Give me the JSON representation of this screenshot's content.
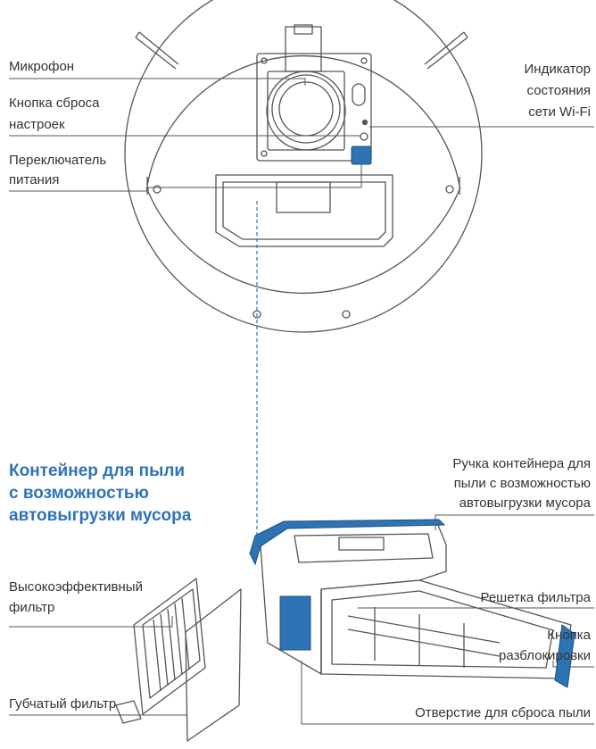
{
  "colors": {
    "accent": "#2E74B5",
    "line": "#555555",
    "text": "#333333"
  },
  "labels": {
    "microphone": "Микрофон",
    "reset_button_1": "Кнопка сброса",
    "reset_button_2": "настроек",
    "power_switch_1": "Переключатель",
    "power_switch_2": "питания",
    "wifi_1": "Индикатор",
    "wifi_2": "состояния",
    "wifi_3": "сети Wi-Fi",
    "bin_title_1": "Контейнер для пыли",
    "bin_title_2": "с возможностью",
    "bin_title_3": "автовыгрузки мусора",
    "handle_1": "Ручка контейнера для",
    "handle_2": "пыли с возможностью",
    "handle_3": "автовыгрузки мусора",
    "hepa_1": "Высокоэффективный",
    "hepa_2": "фильтр",
    "grille": "Решетка фильтра",
    "unlock_1": "Кнопка",
    "unlock_2": "разблокировки",
    "sponge": "Губчатый фильтр",
    "dust_outlet": "Отверстие для сброса пыли"
  }
}
